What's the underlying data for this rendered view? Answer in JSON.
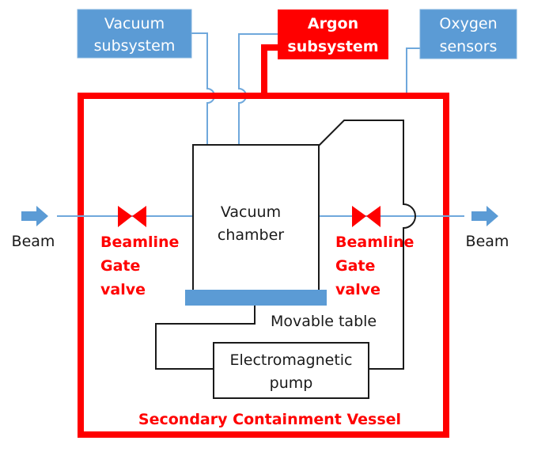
{
  "diagram": {
    "subsystems": {
      "vacuum": {
        "line1": "Vacuum",
        "line2": "subsystem"
      },
      "argon": {
        "line1": "Argon",
        "line2": "subsystem"
      },
      "oxygen": {
        "line1": "Oxygen",
        "line2": "sensors"
      }
    },
    "beam_in_label": "Beam",
    "beam_out_label": "Beam",
    "left_valve": {
      "line1": "Beamline",
      "line2": "Gate",
      "line3": "valve"
    },
    "right_valve": {
      "line1": "Beamline",
      "line2": "Gate",
      "line3": "valve"
    },
    "chamber": {
      "line1": "Vacuum",
      "line2": "chamber"
    },
    "table_label": "Movable table",
    "pump": {
      "line1": "Electromagnetic",
      "line2": "pump"
    },
    "vessel_label": "Secondary Containment Vessel"
  },
  "colors": {
    "blue_box": "#5b9bd5",
    "red": "#ff0000",
    "pipe_blue": "#6fa8dc",
    "outline": "#1a1a1a"
  }
}
